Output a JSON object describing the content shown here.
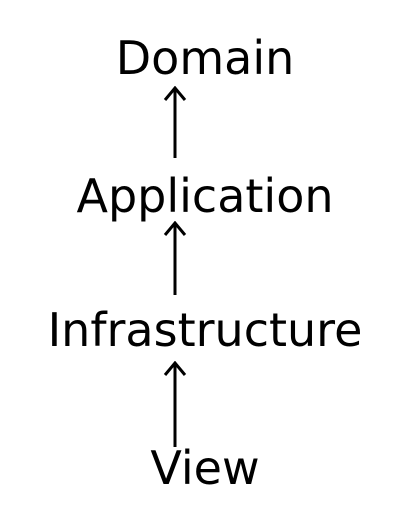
{
  "diagram": {
    "layers": [
      {
        "label": "Domain"
      },
      {
        "label": "Application"
      },
      {
        "label": "Infrastructure"
      },
      {
        "label": "View"
      }
    ],
    "arrows": [
      {
        "from": "Application",
        "to": "Domain",
        "icon": "arrow-up-icon"
      },
      {
        "from": "Infrastructure",
        "to": "Application",
        "icon": "arrow-up-icon"
      },
      {
        "from": "View",
        "to": "Infrastructure",
        "icon": "arrow-up-icon"
      }
    ],
    "colors": {
      "text": "#000000",
      "arrow": "#000000",
      "background": "#ffffff"
    }
  }
}
